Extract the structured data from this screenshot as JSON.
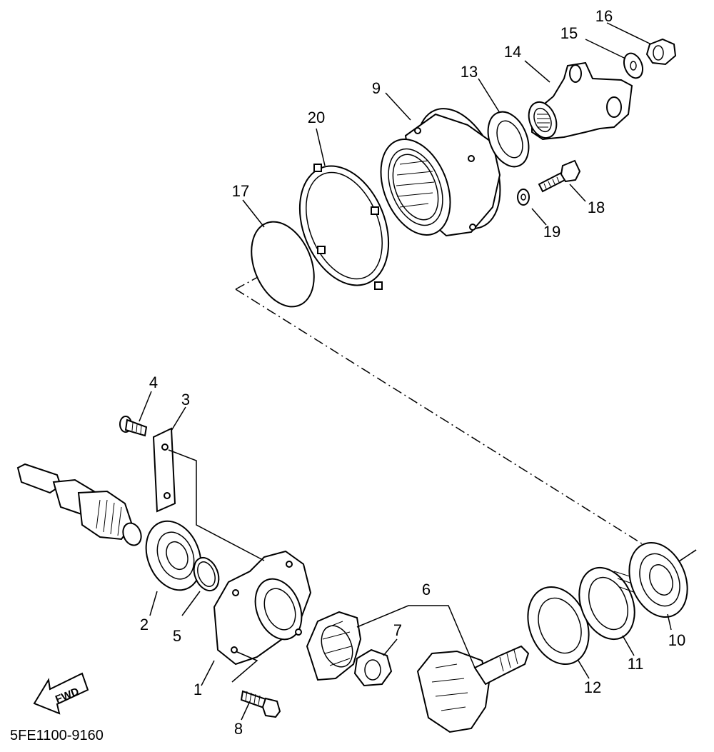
{
  "labels": {
    "p1": "1",
    "p2": "2",
    "p3": "3",
    "p4": "4",
    "p5": "5",
    "p6": "6",
    "p7": "7",
    "p8": "8",
    "p9": "9",
    "p10": "10",
    "p11": "11",
    "p12": "12",
    "p13": "13",
    "p14": "14",
    "p15": "15",
    "p16": "16",
    "p17": "17",
    "p18": "18",
    "p19": "19",
    "p20": "20"
  },
  "fwd_text": "FWD",
  "diagram_code": "5FE1100-9160"
}
